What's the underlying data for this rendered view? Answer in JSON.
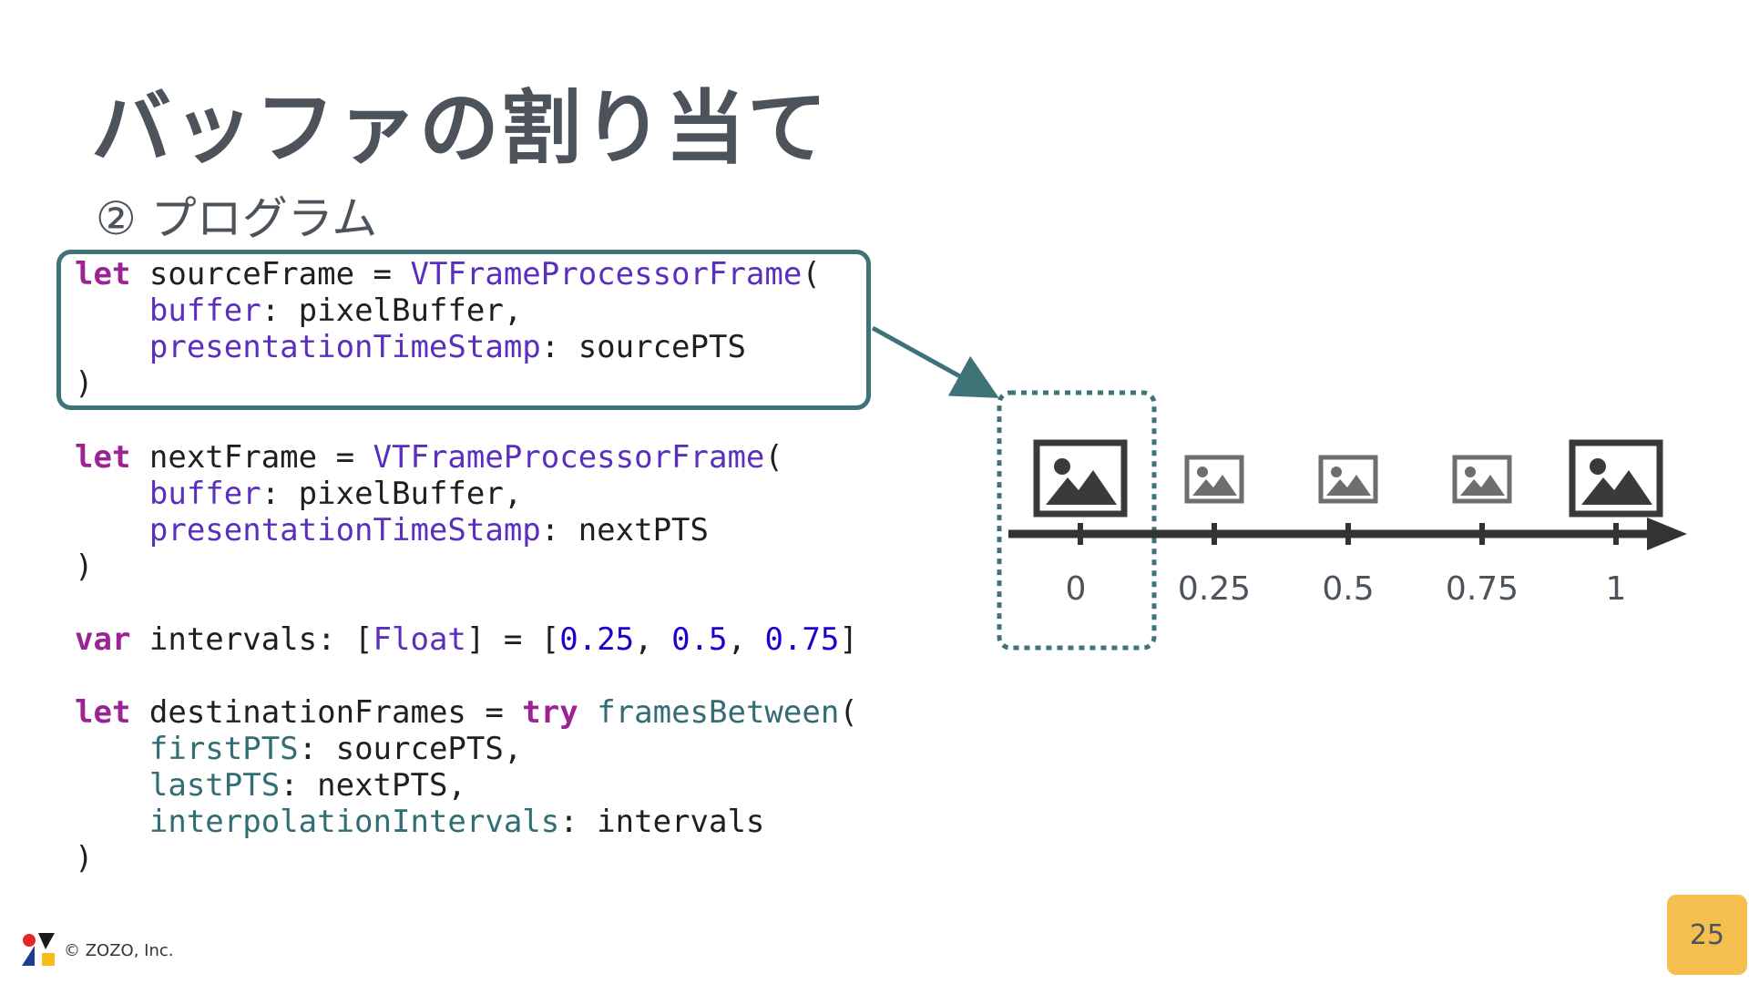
{
  "slide": {
    "title": "バッファの割り当て",
    "subtitle": "② プログラム",
    "page_number": "25",
    "copyright": "© ZOZO, Inc."
  },
  "code": {
    "source_frame": {
      "kw": "let",
      "name": " sourceFrame = ",
      "type": "VTFrameProcessorFrame",
      "open": "(",
      "arg1_label": "buffer",
      "arg1_value": ": pixelBuffer,",
      "arg2_label": "presentationTimeStamp",
      "arg2_value": ": sourcePTS",
      "close": ")"
    },
    "next_frame": {
      "kw": "let",
      "name": " nextFrame = ",
      "type": "VTFrameProcessorFrame",
      "open": "(",
      "arg1_label": "buffer",
      "arg1_value": ": pixelBuffer,",
      "arg2_label": "presentationTimeStamp",
      "arg2_value": ": nextPTS",
      "close": ")"
    },
    "intervals": {
      "kw": "var",
      "name": " intervals: [",
      "type": "Float",
      "mid": "] = [",
      "v1": "0.25",
      "sep1": ", ",
      "v2": "0.5",
      "sep2": ", ",
      "v3": "0.75",
      "end": "]"
    },
    "destination": {
      "kw": "let",
      "name": " destinationFrames = ",
      "try": "try",
      "sp": " ",
      "func": "framesBetween",
      "open": "(",
      "arg1_label": "firstPTS",
      "arg1_value": ": sourcePTS,",
      "arg2_label": "lastPTS",
      "arg2_value": ": nextPTS,",
      "arg3_label": "interpolationIntervals",
      "arg3_value": ": intervals",
      "close": ")"
    }
  },
  "timeline": {
    "ticks": [
      "0",
      "0.25",
      "0.5",
      "0.75",
      "1"
    ],
    "frame_icon": "image-icon",
    "colors": {
      "accent": "#3e7378",
      "axis": "#333333",
      "key_frame": "#3a3a3a",
      "interp_frame": "#6e6e6e"
    }
  }
}
